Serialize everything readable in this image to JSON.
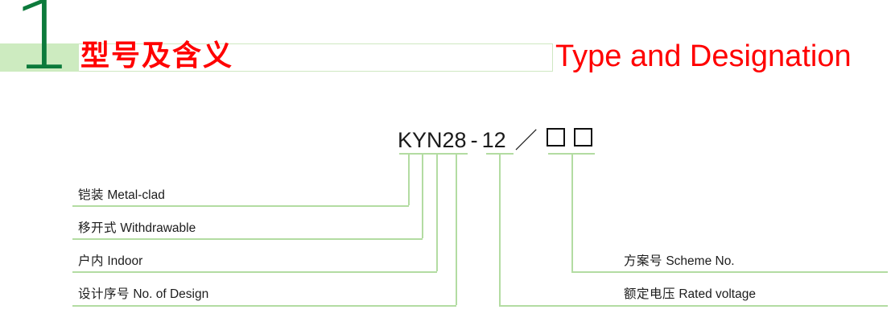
{
  "header": {
    "section_number": "1",
    "title_cn": "型号及含义",
    "title_en": "Type and Designation",
    "band_color": "#cdebc0",
    "number_color": "#0c7a3b",
    "title_color": "#ff0000",
    "rule_border_color": "#cfe8c2"
  },
  "diagram": {
    "line_color": "#b3dca2",
    "type_code": {
      "model": "KYN28",
      "dash": "-",
      "voltage": "12",
      "slash": "／",
      "box_1": "",
      "box_2": ""
    },
    "labels_left": [
      {
        "cn": "铠装",
        "en": "Metal-clad"
      },
      {
        "cn": "移开式",
        "en": "Withdrawable"
      },
      {
        "cn": "户内",
        "en": "Indoor"
      },
      {
        "cn": "设计序号",
        "en": "No. of Design"
      }
    ],
    "labels_right": [
      {
        "cn": "方案号",
        "en": "Scheme No."
      },
      {
        "cn": "额定电压",
        "en": "Rated voltage"
      }
    ]
  }
}
